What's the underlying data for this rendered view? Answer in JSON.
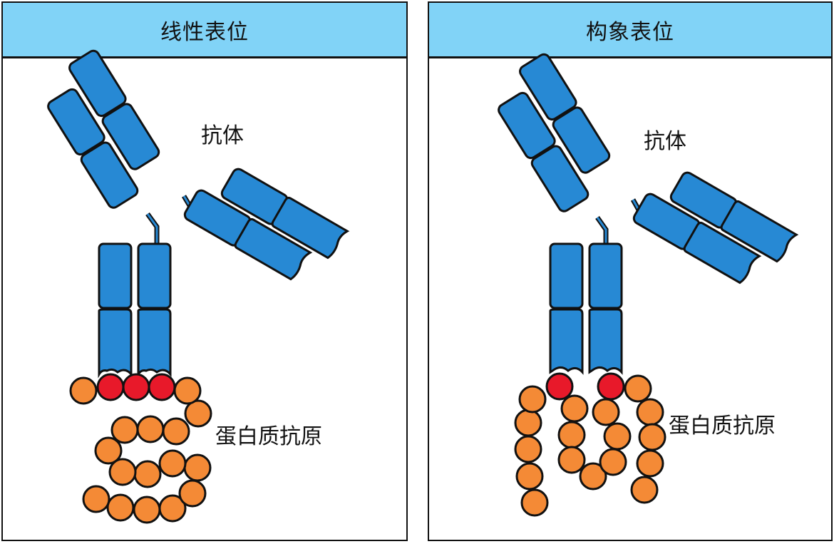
{
  "panels": [
    {
      "title": "线性表位",
      "antibody_label": "抗体",
      "antigen_label": "蛋白质抗原"
    },
    {
      "title": "构象表位",
      "antibody_label": "抗体",
      "antigen_label": "蛋白质抗原"
    }
  ],
  "colors": {
    "header": "#81d3f7",
    "antibody": "#2789d4",
    "epitope": "#e8192a",
    "antigen": "#f48a36",
    "outline": "#111111"
  }
}
